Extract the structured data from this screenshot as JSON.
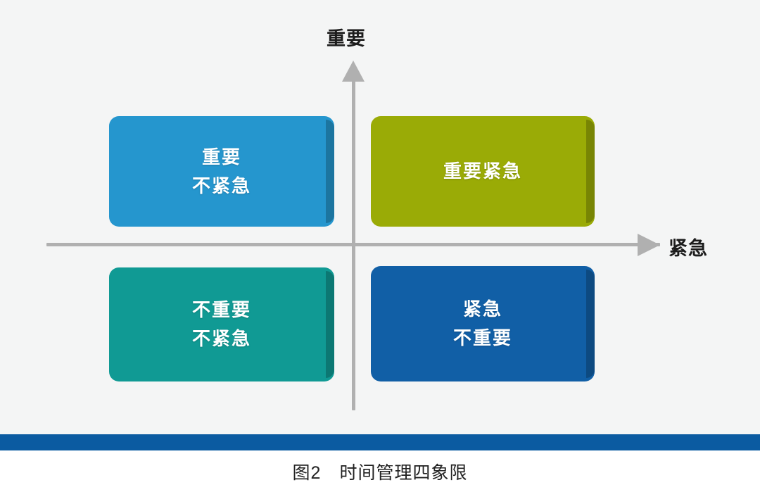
{
  "figure": {
    "background_color": "#f4f5f5",
    "caption": "图2　时间管理四象限",
    "caption_number": "图2",
    "caption_title": "时间管理四象限",
    "rule_bar_color": "#0b5ba1"
  },
  "axes": {
    "vertical_label": "重要",
    "horizontal_label": "紧急",
    "line_color": "#b0b0b0"
  },
  "chart_data": {
    "type": "table",
    "title": "时间管理四象限",
    "xlabel": "紧急",
    "ylabel": "重要",
    "quadrants": [
      {
        "position": "top-left",
        "lines": [
          "重要",
          "不紧急"
        ],
        "color": "#2596ce",
        "important": true,
        "urgent": false
      },
      {
        "position": "top-right",
        "lines": [
          "重要紧急"
        ],
        "color": "#9aab06",
        "important": true,
        "urgent": true
      },
      {
        "position": "bottom-left",
        "lines": [
          "不重要",
          "不紧急"
        ],
        "color": "#109a94",
        "important": false,
        "urgent": false
      },
      {
        "position": "bottom-right",
        "lines": [
          "紧急",
          "不重要"
        ],
        "color": "#115fa6",
        "important": false,
        "urgent": true
      }
    ]
  }
}
